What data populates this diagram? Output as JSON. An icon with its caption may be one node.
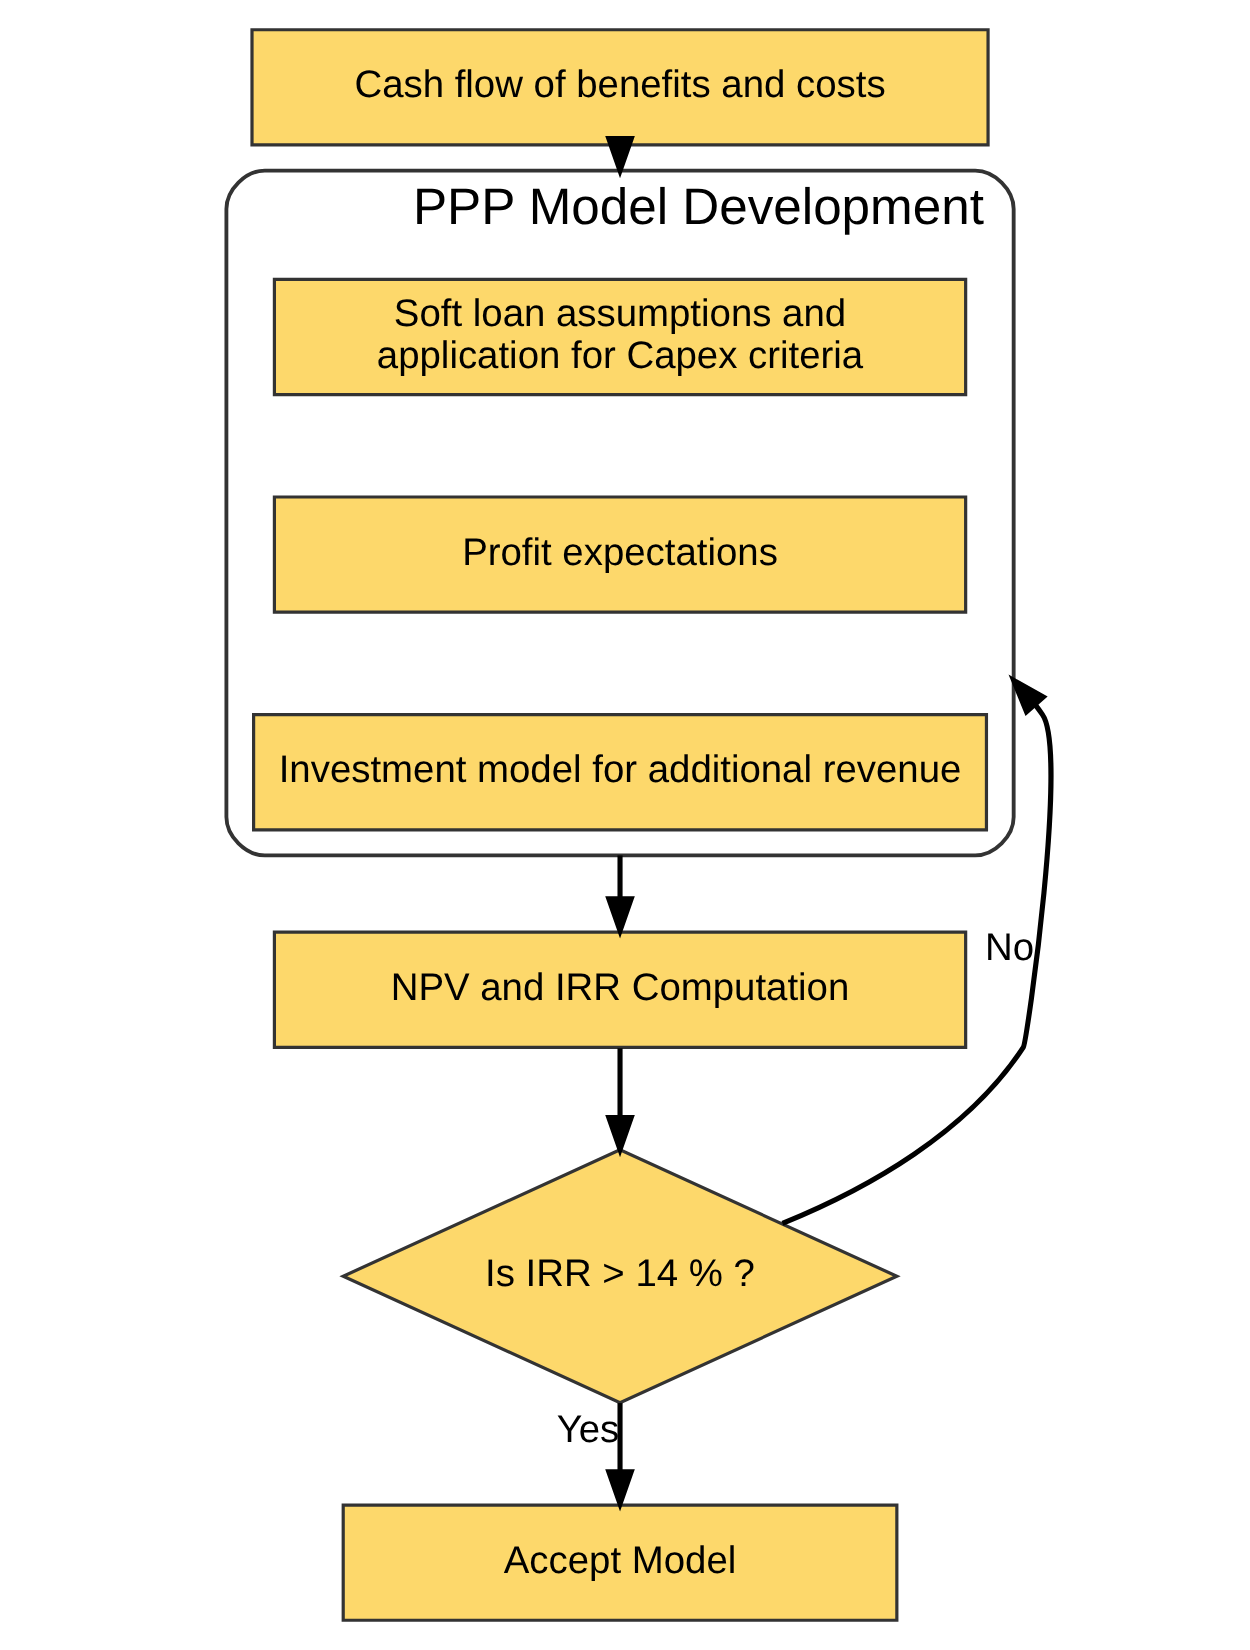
{
  "diagram": {
    "nodes": [
      {
        "text": [
          "Cash flow of benefits and costs"
        ]
      },
      {
        "text": [
          "PPP Model Development"
        ]
      },
      {
        "text": [
          "Soft loan assumptions and application for Capex criteria"
        ],
        "in": 1
      },
      {
        "text": [
          "Profit expectations"
        ],
        "in": 1
      },
      {
        "text": [
          "Investment model for additional revenue"
        ],
        "in": 1
      },
      {
        "text": [
          "NPV and IRR Computation"
        ]
      },
      {
        "text": [
          "Is IRR > 14 % ?"
        ]
      },
      {
        "text": [
          "Accept Model"
        ]
      }
    ],
    "edges": [
      {
        "from": 0,
        "to": 1,
        "arrow": "to"
      },
      {
        "from": 1,
        "to": 5,
        "arrow": "to"
      },
      {
        "from": 5,
        "to": 6,
        "arrow": "to"
      },
      {
        "from": 6,
        "to": 1,
        "arrow": "to",
        "label": "No"
      },
      {
        "from": 6,
        "to": 7,
        "arrow": "to",
        "label": "Yes"
      }
    ]
  }
}
